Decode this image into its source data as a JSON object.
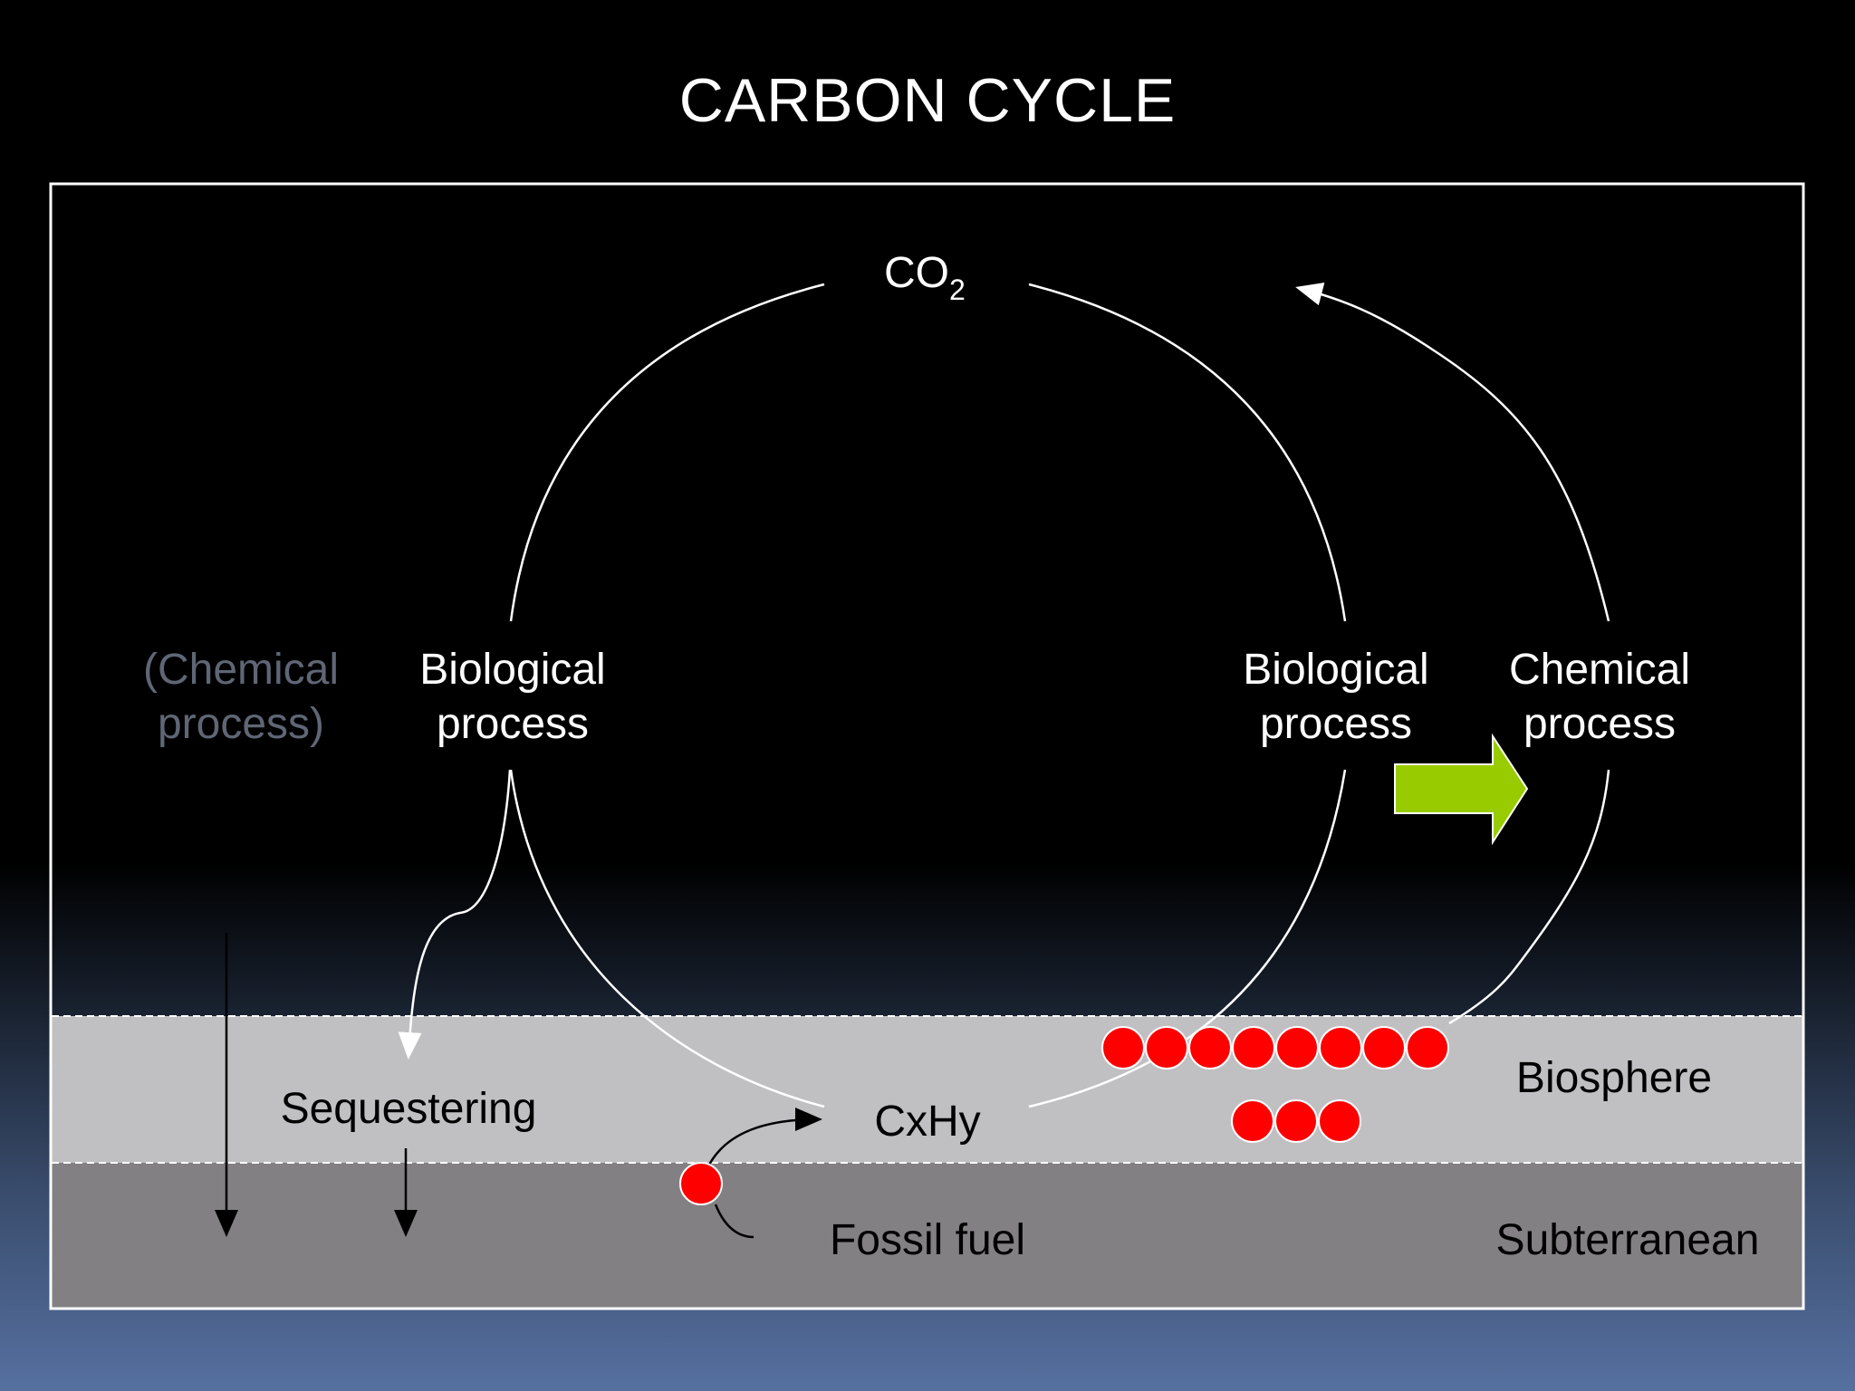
{
  "title": "CARBON CYCLE",
  "nodes": {
    "co2": {
      "main": "CO",
      "sub": "2"
    },
    "left_chemical": {
      "line1": "(Chemical",
      "line2": "process)"
    },
    "left_biological": {
      "line1": "Biological",
      "line2": "process"
    },
    "right_biological": {
      "line1": "Biological",
      "line2": "process"
    },
    "right_chemical": {
      "line1": "Chemical",
      "line2": "process"
    },
    "sequestering": "Sequestering",
    "cxhy": "CxHy",
    "fossil_fuel": "Fossil fuel"
  },
  "zones": {
    "biosphere": "Biosphere",
    "subterranean": "Subterranean"
  },
  "colors": {
    "background": "#000000",
    "biosphere_band": "#c0bfc1",
    "subterranean_band": "#828083",
    "molecule": "#ff0000",
    "green_arrow": "#99cc00",
    "dim_text": "#5f6675"
  },
  "molecules": {
    "top_row_count": 8,
    "bottom_row_count": 3,
    "fossil_count": 1
  }
}
